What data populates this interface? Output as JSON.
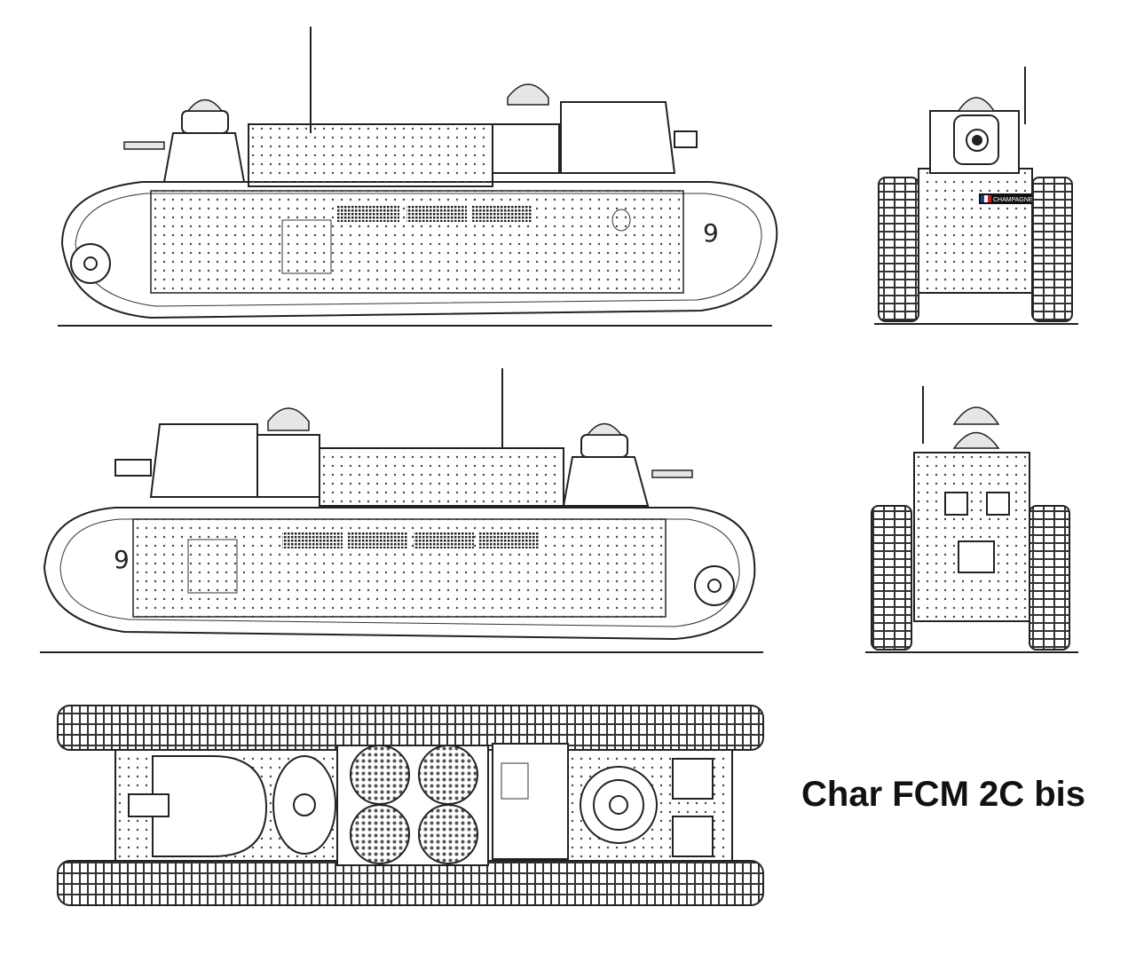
{
  "title": "Char FCM 2C bis",
  "hull_number": "9",
  "tank_name_plate": "CHAMPAGNE",
  "colors": {
    "line": "#222222",
    "background": "#ffffff",
    "flag_blue": "#1f3a9a",
    "flag_red": "#d02020"
  }
}
